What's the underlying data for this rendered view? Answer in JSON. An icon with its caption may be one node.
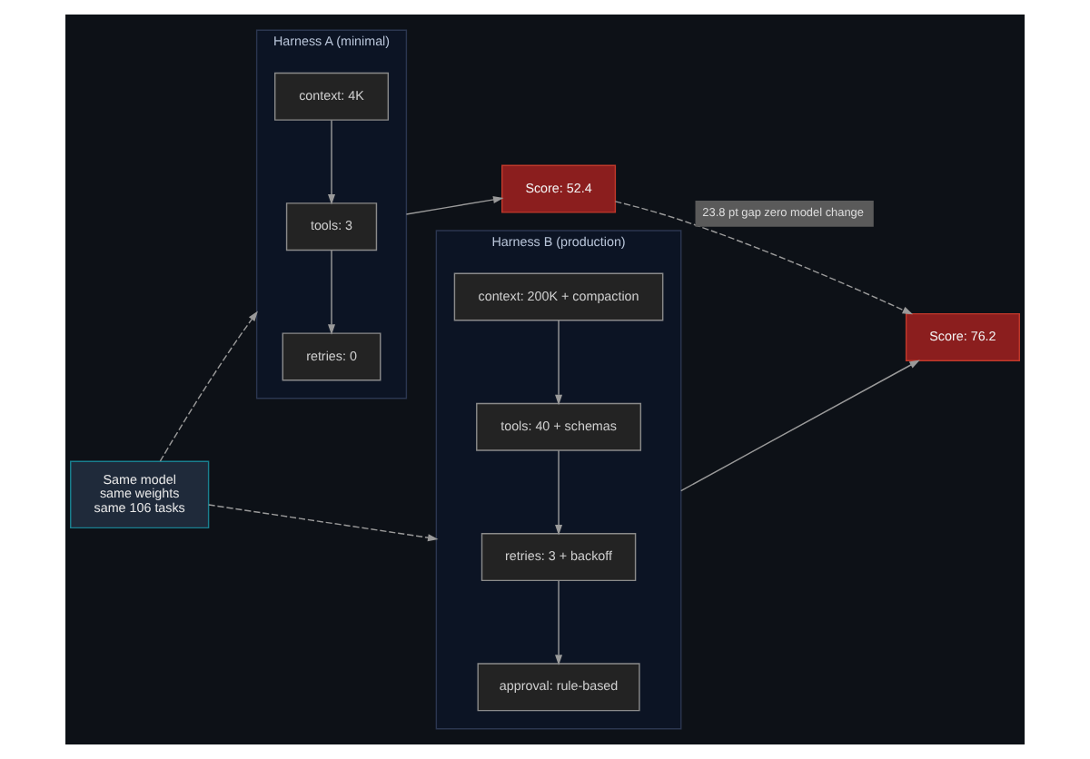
{
  "diagram": {
    "nodes": [
      {
        "text": [
          "Same model",
          "same weights",
          "same 106 tasks"
        ]
      },
      {
        "text": [
          "Harness A (minimal)"
        ]
      },
      {
        "text": [
          "context: 4K"
        ],
        "in": 1
      },
      {
        "text": [
          "tools: 3"
        ],
        "in": 1
      },
      {
        "text": [
          "retries: 0"
        ],
        "in": 1
      },
      {
        "text": [
          "Harness B (production)"
        ]
      },
      {
        "text": [
          "context: 200K + compaction"
        ],
        "in": 5
      },
      {
        "text": [
          "tools: 40 + schemas"
        ],
        "in": 5
      },
      {
        "text": [
          "retries: 3 + backoff"
        ],
        "in": 5
      },
      {
        "text": [
          "approval: rule-based"
        ],
        "in": 5
      },
      {
        "text": [
          "Score: 52.4"
        ]
      },
      {
        "text": [
          "Score: 76.2"
        ]
      }
    ],
    "edges": [
      {
        "from": 0,
        "to": 1,
        "arrow": "to",
        "style": "dashed"
      },
      {
        "from": 0,
        "to": 5,
        "arrow": "to",
        "style": "dashed"
      },
      {
        "from": 2,
        "to": 3,
        "arrow": "to"
      },
      {
        "from": 3,
        "to": 4,
        "arrow": "to"
      },
      {
        "from": 6,
        "to": 7,
        "arrow": "to"
      },
      {
        "from": 7,
        "to": 8,
        "arrow": "to"
      },
      {
        "from": 8,
        "to": 9,
        "arrow": "to"
      },
      {
        "from": 1,
        "to": 10,
        "arrow": "to"
      },
      {
        "from": 10,
        "to": 11,
        "arrow": "to",
        "style": "dashed",
        "label": "23.8 pt gap zero model change"
      },
      {
        "from": 5,
        "to": 11,
        "arrow": "to"
      }
    ]
  }
}
